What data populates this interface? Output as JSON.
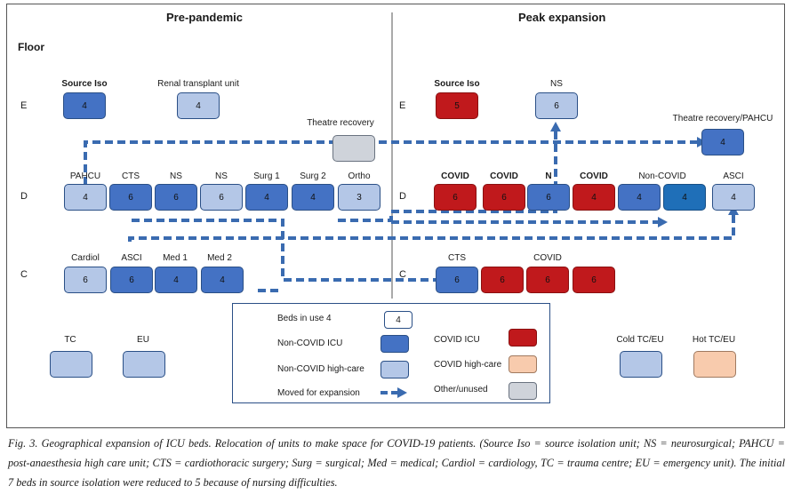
{
  "headers": {
    "left": "Pre-pandemic",
    "right": "Peak expansion",
    "floor": "Floor"
  },
  "floors": {
    "E": "E",
    "D": "D",
    "C": "C"
  },
  "pre": {
    "E": [
      {
        "label": "Source Iso",
        "value": "4",
        "kind": "dark"
      },
      {
        "label": "Renal transplant unit",
        "value": "4",
        "kind": "light"
      }
    ],
    "theatre_recovery": "Theatre recovery",
    "D": [
      {
        "label": "PAHCU",
        "value": "4",
        "kind": "light"
      },
      {
        "label": "CTS",
        "value": "6",
        "kind": "dark"
      },
      {
        "label": "NS",
        "value": "6",
        "kind": "dark"
      },
      {
        "label": "NS",
        "value": "6",
        "kind": "light"
      },
      {
        "label": "Surg 1",
        "value": "4",
        "kind": "dark"
      },
      {
        "label": "Surg 2",
        "value": "4",
        "kind": "dark"
      },
      {
        "label": "Ortho",
        "value": "3",
        "kind": "light"
      }
    ],
    "C": [
      {
        "label": "Cardiol",
        "value": "6",
        "kind": "light"
      },
      {
        "label": "ASCI",
        "value": "6",
        "kind": "dark"
      },
      {
        "label": "Med 1",
        "value": "4",
        "kind": "dark"
      },
      {
        "label": "Med 2",
        "value": "4",
        "kind": "dark"
      }
    ],
    "bottom": [
      {
        "label": "TC",
        "kind": "light"
      },
      {
        "label": "EU",
        "kind": "light"
      }
    ]
  },
  "peak": {
    "E": [
      {
        "label": "Source Iso",
        "value": "5",
        "kind": "covid"
      },
      {
        "label": "NS",
        "value": "6",
        "kind": "light"
      }
    ],
    "theatre_recovery": {
      "label": "Theatre recovery/PAHCU",
      "value": "4",
      "kind": "dark"
    },
    "D": [
      {
        "label": "COVID",
        "value": "6",
        "kind": "covid"
      },
      {
        "label": "COVID",
        "value": "6",
        "kind": "covid"
      },
      {
        "label": "N",
        "value": "6",
        "kind": "dark"
      },
      {
        "label": "COVID",
        "value": "4",
        "kind": "covid"
      },
      {
        "label": "Non-COVID",
        "value": "4",
        "kind": "dark"
      },
      {
        "label": "",
        "value": "4",
        "kind": "bright"
      },
      {
        "label": "ASCI",
        "value": "4",
        "kind": "light"
      }
    ],
    "C_labels": [
      "CTS",
      "COVID"
    ],
    "C": [
      {
        "value": "6",
        "kind": "dark"
      },
      {
        "value": "6",
        "kind": "covid"
      },
      {
        "value": "6",
        "kind": "covid"
      },
      {
        "value": "6",
        "kind": "covid"
      }
    ],
    "bottom": [
      {
        "label": "Cold TC/EU",
        "kind": "light"
      },
      {
        "label": "Hot TC/EU",
        "kind": "peach"
      }
    ]
  },
  "legend": {
    "beds_in_use": "Beds in use 4",
    "beds_example": "4",
    "non_covid_icu": "Non-COVID ICU",
    "non_covid_high_care": "Non-COVID high-care",
    "moved": "Moved for expansion",
    "covid_icu": "COVID ICU",
    "covid_high_care": "COVID high-care",
    "other_unused": "Other/unused"
  },
  "caption": "Fig. 3. Geographical expansion of ICU beds. Relocation of units to make space for COVID-19 patients. (Source Iso = source isolation unit; NS = neurosurgical; PAHCU = post-anaesthesia high care unit; CTS = cardiothoracic surgery; Surg = surgical; Med = medical; Cardiol = cardiology, TC = trauma centre; EU = emergency unit). The initial 7 beds in source isolation were reduced to 5 because of nursing difficulties.",
  "colors": {
    "non_covid_icu": "#4472c4",
    "non_covid_high_care": "#b4c7e7",
    "covid_icu": "#c0191c",
    "covid_high_care": "#f8cbad",
    "other_unused": "#cfd3da",
    "arrow": "#3a6bb0"
  }
}
